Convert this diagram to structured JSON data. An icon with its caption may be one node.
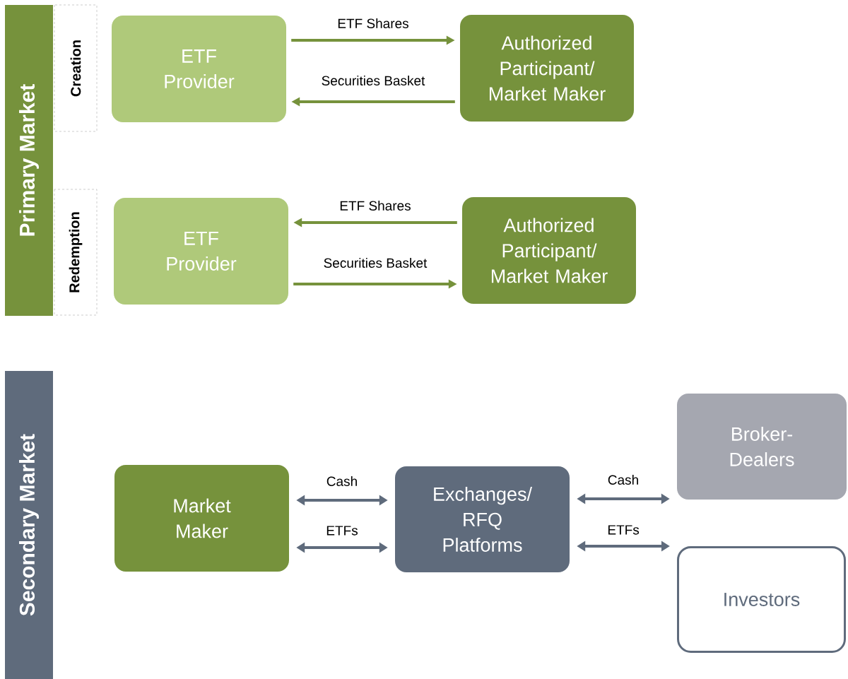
{
  "diagram": {
    "nodes": [
      {
        "text": [
          "Primary Market"
        ]
      },
      {
        "text": [
          "Creation"
        ]
      },
      {
        "text": [
          "Redemption"
        ]
      },
      {
        "text": [
          "ETF Provider"
        ]
      },
      {
        "text": [
          "Authorized Participant/ Market Maker"
        ]
      },
      {
        "text": [
          "ETF Provider"
        ]
      },
      {
        "text": [
          "Authorized Participant/ Market Maker"
        ]
      },
      {
        "text": [
          "Secondary Market"
        ]
      },
      {
        "text": [
          "Market Maker"
        ]
      },
      {
        "text": [
          "Exchanges/ RFQ Platforms"
        ]
      },
      {
        "text": [
          "Broker-Dealers"
        ]
      },
      {
        "text": [
          "Investors"
        ]
      }
    ],
    "edges": [
      {
        "from": 3,
        "to": 4,
        "arrow": "to",
        "label": "ETF Shares",
        "color": "#76923c"
      },
      {
        "from": 4,
        "to": 3,
        "arrow": "to",
        "label": "Securities Basket",
        "color": "#76923c"
      },
      {
        "from": 6,
        "to": 5,
        "arrow": "to",
        "label": "ETF Shares",
        "color": "#76923c"
      },
      {
        "from": 5,
        "to": 6,
        "arrow": "to",
        "label": "Securities Basket",
        "color": "#76923c"
      },
      {
        "from": 8,
        "to": 9,
        "arrow": "both",
        "label": "Cash",
        "color": "#5f6b7c"
      },
      {
        "from": 8,
        "to": 9,
        "arrow": "both",
        "label": "ETFs",
        "color": "#5f6b7c"
      },
      {
        "from": 9,
        "to": 10,
        "arrow": "both",
        "label": "Cash",
        "color": "#5f6b7c"
      },
      {
        "from": 9,
        "to": 11,
        "arrow": "both",
        "label": "ETFs",
        "color": "#5f6b7c"
      }
    ]
  }
}
